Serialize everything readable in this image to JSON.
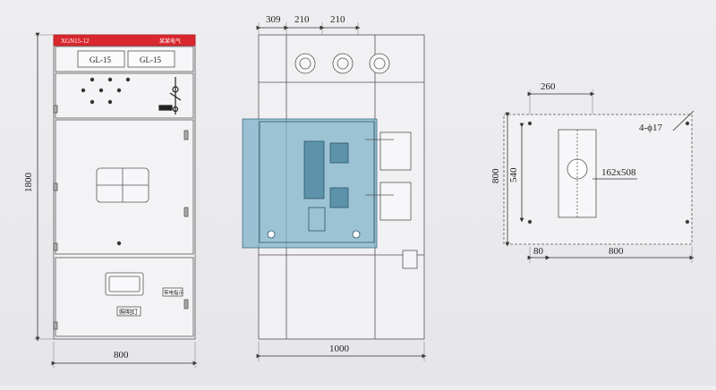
{
  "front_view": {
    "model_label": "XGN15-12",
    "brand_label": "某某电气",
    "meter_1_label": "GL-15",
    "meter_2_label": "GL-15",
    "lighting_label": "照明灯",
    "live_indicator_label": "带电指示",
    "dim_height": "1800",
    "dim_width": "800"
  },
  "side_view": {
    "dim_top_1": "309",
    "dim_top_2": "210",
    "dim_top_3": "210",
    "dim_bottom": "1000"
  },
  "base_plan": {
    "dim_top": "260",
    "dim_height_total": "800",
    "dim_height_inner": "540",
    "hole_spec": "4-ϕ17",
    "opening_size": "162x508",
    "dim_left_offset": "80",
    "dim_width": "800"
  },
  "colors": {
    "panel_red": "#d9272e",
    "breaker_blue": "#7fb3c9",
    "line": "#4a4a4a"
  }
}
